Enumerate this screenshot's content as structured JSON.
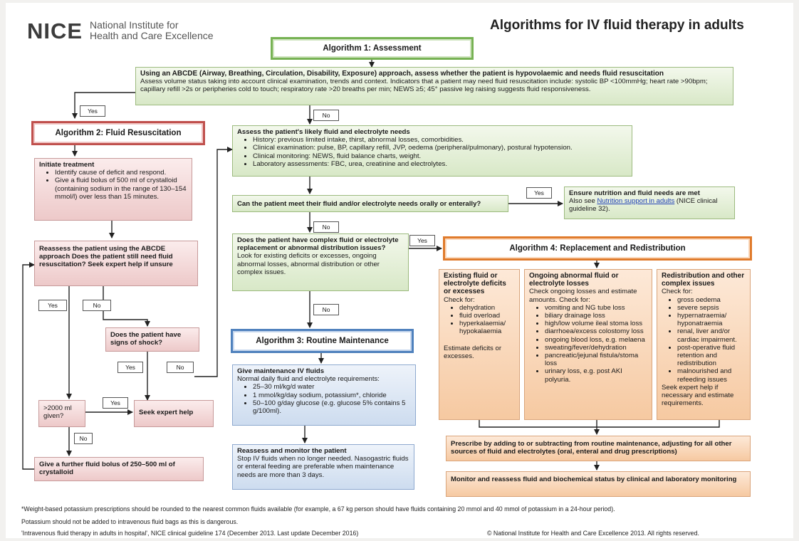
{
  "header": {
    "logo_mark": "NICE",
    "logo_line1": "National Institute for",
    "logo_line2": "Health and Care Excellence",
    "title": "Algorithms for IV fluid therapy in adults"
  },
  "alg1": {
    "title": "Algorithm 1: Assessment",
    "lead": "Using an ABCDE (Airway, Breathing, Circulation, Disability, Exposure) approach, assess whether the patient is hypovolaemic and needs fluid resuscitation",
    "body": "Assess volume status taking into account clinical examination, trends and context. Indicators that a patient may need fluid resuscitation include: systolic BP <100mmHg; heart rate >90bpm; capillary refill >2s or peripheries cold to touch; respiratory rate >20 breaths per min; NEWS ≥5; 45° passive leg raising suggests fluid responsiveness."
  },
  "assess": {
    "title": "Assess the patient's likely fluid and electrolyte needs",
    "items": [
      "History: previous limited intake, thirst, abnormal losses, comorbidities.",
      "Clinical examination: pulse, BP, capillary refill, JVP, oedema (peripheral/pulmonary), postural hypotension.",
      "Clinical monitoring: NEWS, fluid balance charts, weight.",
      "Laboratory assessments: FBC, urea, creatinine and electrolytes."
    ]
  },
  "oral": {
    "question": "Can the patient meet their fluid and/or electrolyte needs orally or enterally?"
  },
  "ensure": {
    "title": "Ensure nutrition and fluid needs are met",
    "pre": "Also see ",
    "link": "Nutrition support in adults",
    "post": " (NICE clinical guideline 32)."
  },
  "complex": {
    "question": "Does the patient have complex fluid or electrolyte replacement or abnormal distribution issues?",
    "body": "Look for existing deficits or excesses, ongoing abnormal losses, abnormal distribution or other complex issues."
  },
  "alg2": {
    "title": "Algorithm 2: Fluid Resuscitation",
    "initiate_title": "Initiate treatment",
    "initiate_items": [
      "Identify cause of deficit and respond.",
      "Give a fluid bolus of 500 ml of crystalloid (containing sodium in the range of 130–154 mmol/l) over less than 15 minutes."
    ],
    "reassess": "Reassess the patient using the ABCDE approach Does the patient still need fluid resuscitation? Seek expert help if unsure",
    "shock": "Does the patient have signs of shock?",
    "given": ">2000 ml given?",
    "expert": "Seek expert help",
    "further": "Give a further fluid bolus of 250–500 ml of crystalloid"
  },
  "alg3": {
    "title": "Algorithm 3: Routine Maintenance",
    "give_title": "Give maintenance IV fluids",
    "give_lead": "Normal daily fluid and electrolyte requirements:",
    "give_items": [
      "25–30 ml/kg/d water",
      "1 mmol/kg/day sodium, potassium*, chloride",
      "50–100 g/day glucose (e.g. glucose 5% contains 5 g/100ml)."
    ],
    "monitor_title": "Reassess and monitor the patient",
    "monitor_body": "Stop IV fluids when no longer needed. Nasogastric fluids or enteral feeding are preferable when maintenance needs are more than 3 days."
  },
  "alg4": {
    "title": "Algorithm 4: Replacement and Redistribution",
    "col1_title": "Existing fluid or electrolyte deficits or excesses",
    "col1_lead": "Check for:",
    "col1_items": [
      "dehydration",
      "fluid overload",
      "hyperkalaemia/ hypokalaemia"
    ],
    "col1_tail": "Estimate deficits or excesses.",
    "col2_title": "Ongoing abnormal fluid or electrolyte losses",
    "col2_lead": "Check ongoing losses and estimate amounts. Check for:",
    "col2_items": [
      "vomiting and NG tube loss",
      "biliary drainage loss",
      "high/low volume ileal stoma loss",
      "diarrhoea/excess colostomy loss",
      "ongoing blood loss, e.g. melaena",
      "sweating/fever/dehydration",
      "pancreatic/jejunal fistula/stoma loss",
      "urinary loss, e.g. post AKI polyuria."
    ],
    "col3_title": "Redistribution and other complex issues",
    "col3_lead": "Check for:",
    "col3_items": [
      "gross oedema",
      "severe sepsis",
      "hypernatraemia/ hyponatraemia",
      "renal, liver and/or cardiac impairment.",
      "post-operative fluid retention and redistribution",
      "malnourished and refeeding issues"
    ],
    "col3_tail": "Seek expert help if necessary and estimate requirements.",
    "prescribe": "Prescribe by adding to or subtracting from routine maintenance, adjusting for all other sources of fluid and electrolytes (oral, enteral and drug prescriptions)",
    "monitor": "Monitor and reassess fluid and biochemical status by clinical and laboratory monitoring"
  },
  "labels": {
    "yes": "Yes",
    "no": "No"
  },
  "footer": {
    "note1": "*Weight-based potassium prescriptions should be rounded to the nearest common fluids available (for example, a 67 kg person should have fluids containing 20 mmol and 40 mmol of potassium in a 24-hour period).",
    "note2": "Potassium should not be added to intravenous fluid bags as this is dangerous.",
    "citation": "'Intravenous fluid therapy in adults in hospital', NICE clinical guideline 174 (December 2013. Last update December 2016)",
    "copyright": "© National Institute for Health and Care Excellence 2013. All rights reserved."
  },
  "colors": {
    "green": "#77b254",
    "red": "#c0504d",
    "blue": "#4f81bd",
    "orange": "#e07b2c"
  }
}
